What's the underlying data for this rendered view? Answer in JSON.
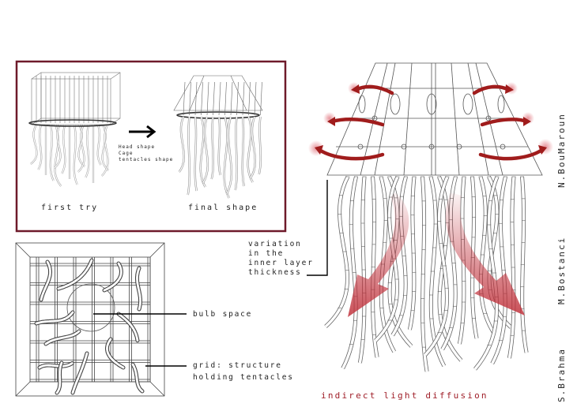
{
  "inset": {
    "first_try_label": "first try",
    "final_shape_label": "final shape",
    "changes_label": "Head shape\nCage\ntentacles shape",
    "border_color": "#6e1a2a"
  },
  "plan_view": {
    "bulb_space_label": "bulb space",
    "grid_label_line1": "grid: structure",
    "grid_label_line2": "holding tentacles"
  },
  "elevation": {
    "variation_label": "variation\nin the\ninner layer\nthickness",
    "diffusion_label": "indirect light diffusion",
    "arrow_color": "#a01c1c"
  },
  "authors": [
    "S.Brahma",
    "M.Bostanci",
    "N.BouMaroun"
  ]
}
